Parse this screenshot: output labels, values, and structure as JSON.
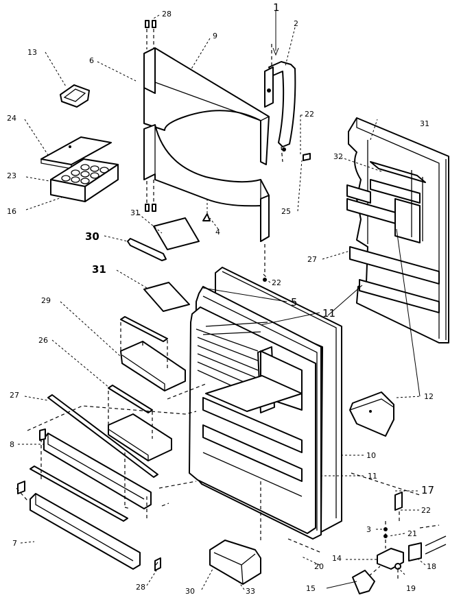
{
  "callouts": {
    "c1": "1",
    "c2": "2",
    "c3": "3",
    "c4": "4",
    "c5": "5",
    "c6": "6",
    "c7": "7",
    "c8": "8",
    "c9": "9",
    "c10": "10",
    "c11a": "11",
    "c11b": "11",
    "c12": "12",
    "c13": "13",
    "c14": "14",
    "c15": "15",
    "c16": "16",
    "c17": "17",
    "c18": "18",
    "c19": "19",
    "c20": "20",
    "c21": "21",
    "c22a": "22",
    "c22b": "22",
    "c22c": "22",
    "c23": "23",
    "c24": "24",
    "c25": "25",
    "c26": "26",
    "c27a": "27",
    "c27b": "27",
    "c28a": "28",
    "c28b": "28",
    "c29": "29",
    "c30a": "30",
    "c30b": "30",
    "c31a": "31",
    "c31b": "31",
    "c31c": "31",
    "c32": "32",
    "c33": "33"
  }
}
